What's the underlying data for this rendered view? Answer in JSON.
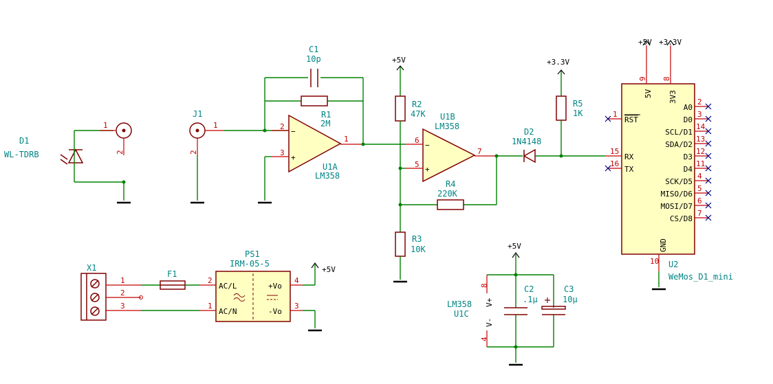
{
  "components": {
    "d1": {
      "ref": "D1",
      "value": "WL-TDRB"
    },
    "j1": {
      "ref": "J1"
    },
    "c1": {
      "ref": "C1",
      "value": "10p"
    },
    "r1": {
      "ref": "R1",
      "value": "2M"
    },
    "u1a": {
      "ref": "U1A",
      "value": "LM358"
    },
    "u1b": {
      "ref": "U1B",
      "value": "LM358"
    },
    "u1c": {
      "ref": "U1C",
      "value": "LM358"
    },
    "r2": {
      "ref": "R2",
      "value": "47K"
    },
    "r3": {
      "ref": "R3",
      "value": "10K"
    },
    "r4": {
      "ref": "R4",
      "value": "220K"
    },
    "r5": {
      "ref": "R5",
      "value": "1K"
    },
    "d2": {
      "ref": "D2",
      "value": "1N4148"
    },
    "u2": {
      "ref": "U2",
      "value": "WeMos_D1_mini"
    },
    "x1": {
      "ref": "X1"
    },
    "f1": {
      "ref": "F1"
    },
    "ps1": {
      "ref": "PS1",
      "value": "IRM-05-5"
    },
    "c2": {
      "ref": "C2",
      "value": ".1µ"
    },
    "c3": {
      "ref": "C3",
      "value": "10µ"
    }
  },
  "power": {
    "p5v": "+5V",
    "p33v": "+3.3V"
  },
  "u2_pins": {
    "top": [
      {
        "num": "9",
        "name": "5V"
      },
      {
        "num": "8",
        "name": "3V3"
      }
    ],
    "right": [
      {
        "num": "2",
        "name": "A0"
      },
      {
        "num": "3",
        "name": "D0"
      },
      {
        "num": "14",
        "name": "SCL/D1"
      },
      {
        "num": "13",
        "name": "SDA/D2"
      },
      {
        "num": "12",
        "name": "D3"
      },
      {
        "num": "11",
        "name": "D4"
      },
      {
        "num": "4",
        "name": "SCK/D5"
      },
      {
        "num": "5",
        "name": "MISO/D6"
      },
      {
        "num": "6",
        "name": "MOSI/D7"
      },
      {
        "num": "7",
        "name": "CS/D8"
      }
    ],
    "left": [
      {
        "num": "1",
        "name": "RST"
      },
      {
        "num": "15",
        "name": "RX"
      },
      {
        "num": "16",
        "name": "TX"
      }
    ],
    "bottom": [
      {
        "num": "10",
        "name": "GND"
      }
    ]
  },
  "ps1_pins": {
    "acl": "AC/L",
    "acn": "AC/N",
    "vop": "+Vo",
    "von": "-Vo",
    "n1": "1",
    "n2": "2",
    "n3": "3",
    "n4": "4"
  },
  "u1c_pins": {
    "vp": "V+",
    "vm": "V-",
    "n8": "8",
    "n4": "4"
  },
  "opamp_pins": {
    "plus": "+",
    "minus": "−",
    "u1a_in_minus": "2",
    "u1a_in_plus": "3",
    "u1a_out": "1",
    "u1b_in_minus": "6",
    "u1b_in_plus": "5",
    "u1b_out": "7"
  },
  "pin_numbers": {
    "one": "1",
    "two": "2",
    "three": "3"
  }
}
